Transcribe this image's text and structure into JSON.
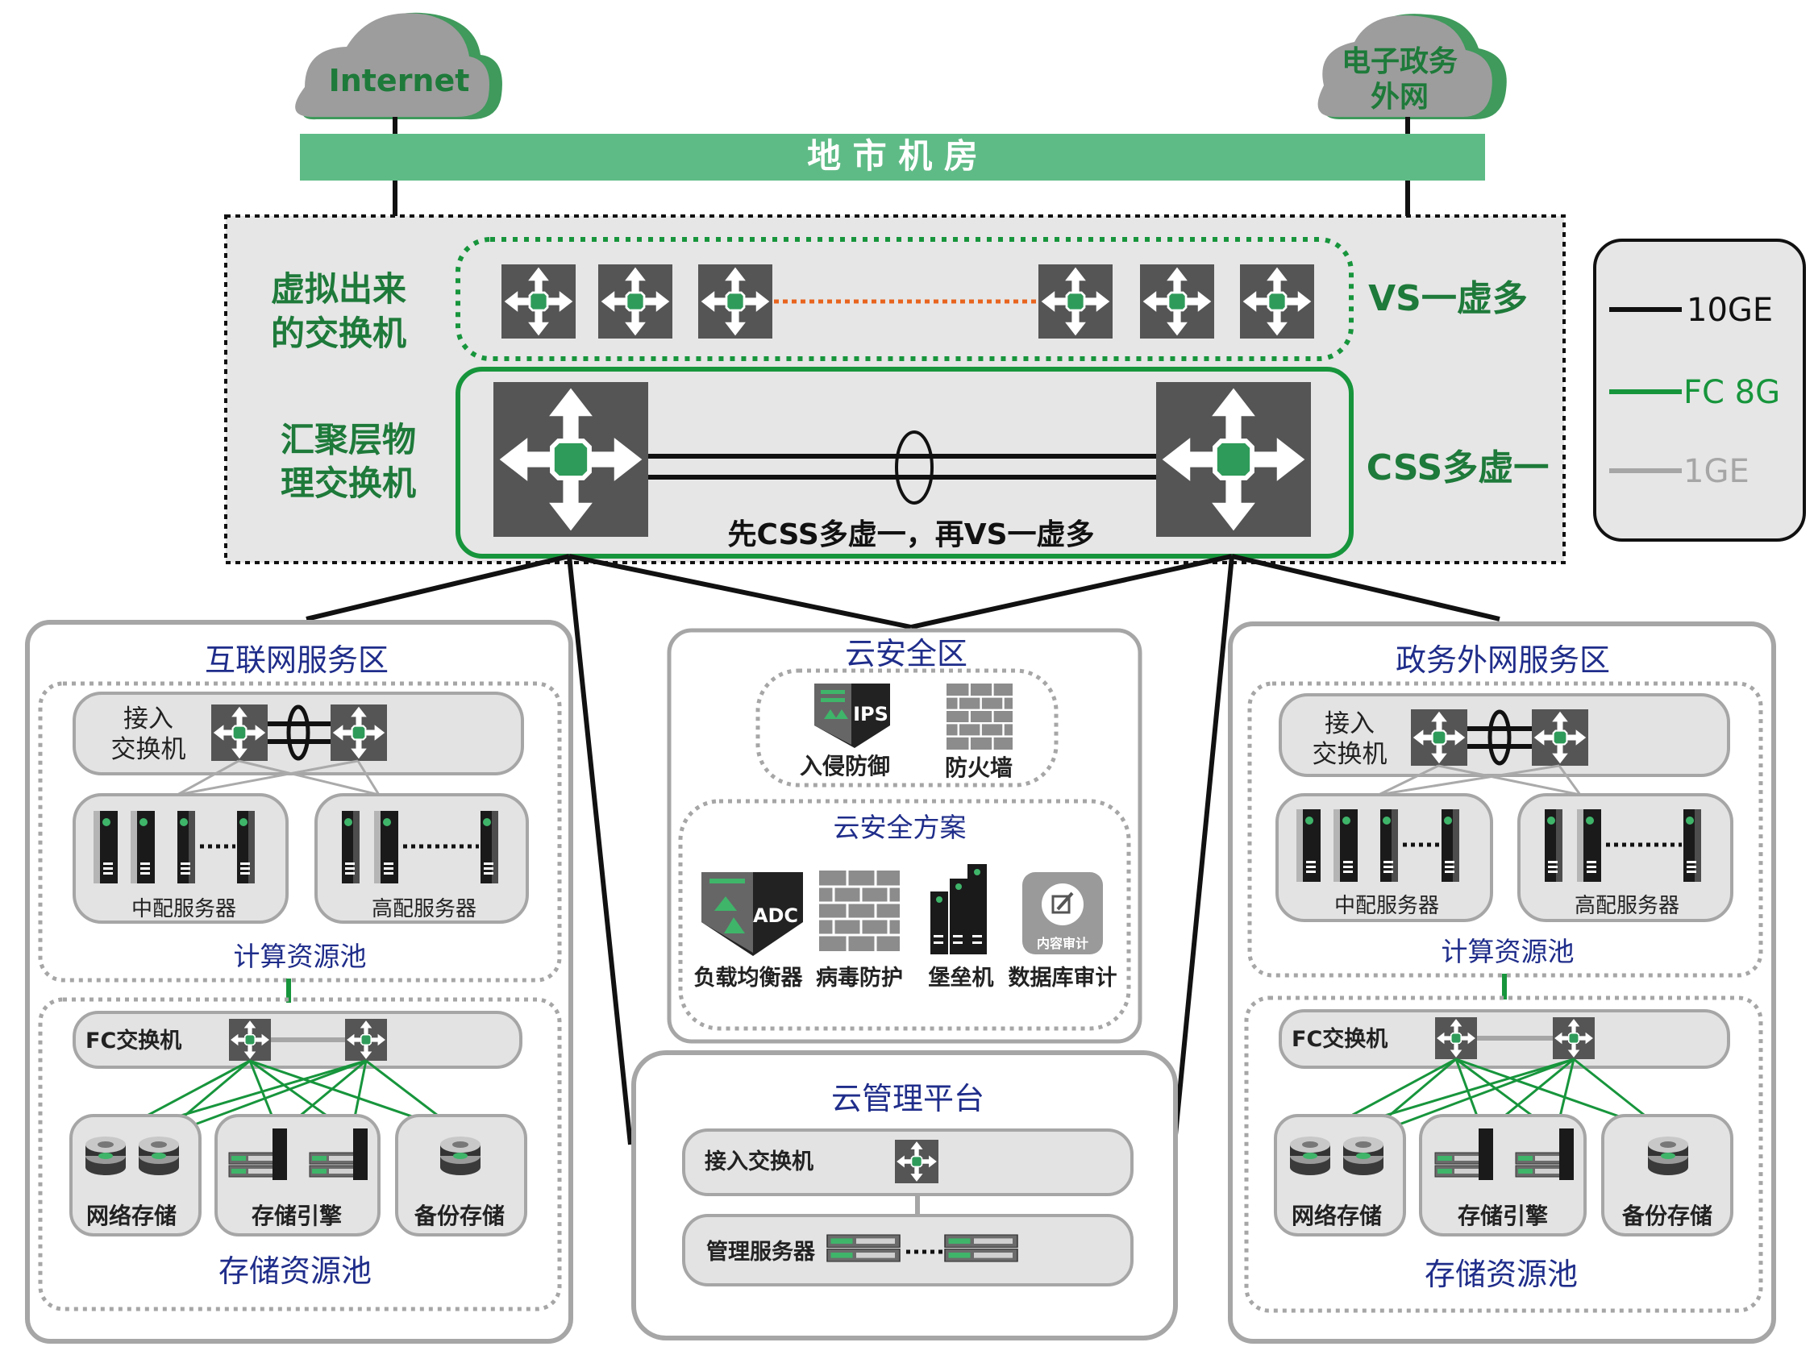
{
  "clouds": {
    "left": "Internet",
    "right_line1": "电子政务",
    "right_line2": "外网"
  },
  "bar": {
    "title": "地 市 机 房"
  },
  "core": {
    "virtual_label_line1": "虚拟出来",
    "virtual_label_line2": "的交换机",
    "vs_label": "VS一虚多",
    "agg_label_line1": "汇聚层物",
    "agg_label_line2": "理交换机",
    "css_label": "CSS多虚一",
    "css_note": "先CSS多虚一，再VS一虚多"
  },
  "legend": {
    "items": [
      {
        "label": "10GE",
        "color": "#111111"
      },
      {
        "label": "FC 8G",
        "color": "#17953c"
      },
      {
        "label": "1GE",
        "color": "#a6a6a6"
      }
    ]
  },
  "internet_zone": {
    "title": "互联网服务区",
    "access_switch_line1": "接入",
    "access_switch_line2": "交换机",
    "mid_servers": "中配服务器",
    "high_servers": "高配服务器",
    "compute_pool": "计算资源池",
    "fc_switch": "FC交换机",
    "net_storage": "网络存储",
    "storage_engine": "存储引擎",
    "backup_storage": "备份存储",
    "storage_pool": "存储资源池"
  },
  "gov_zone": {
    "title": "政务外网服务区",
    "access_switch_line1": "接入",
    "access_switch_line2": "交换机",
    "mid_servers": "中配服务器",
    "high_servers": "高配服务器",
    "compute_pool": "计算资源池",
    "fc_switch": "FC交换机",
    "net_storage": "网络存储",
    "storage_engine": "存储引擎",
    "backup_storage": "备份存储",
    "storage_pool": "存储资源池"
  },
  "security_zone": {
    "title": "云安全区",
    "ips": "入侵防御",
    "ips_badge": "IPS",
    "firewall": "防火墙",
    "solution_title": "云安全方案",
    "load_balancer": "负载均衡器",
    "adc_badge": "ADC",
    "antivirus": "病毒防护",
    "bastion": "堡垒机",
    "db_audit": "数据库审计",
    "content_audit_badge": "内容审计"
  },
  "mgmt_zone": {
    "title": "云管理平台",
    "access_switch": "接入交换机",
    "mgmt_servers": "管理服务器"
  }
}
